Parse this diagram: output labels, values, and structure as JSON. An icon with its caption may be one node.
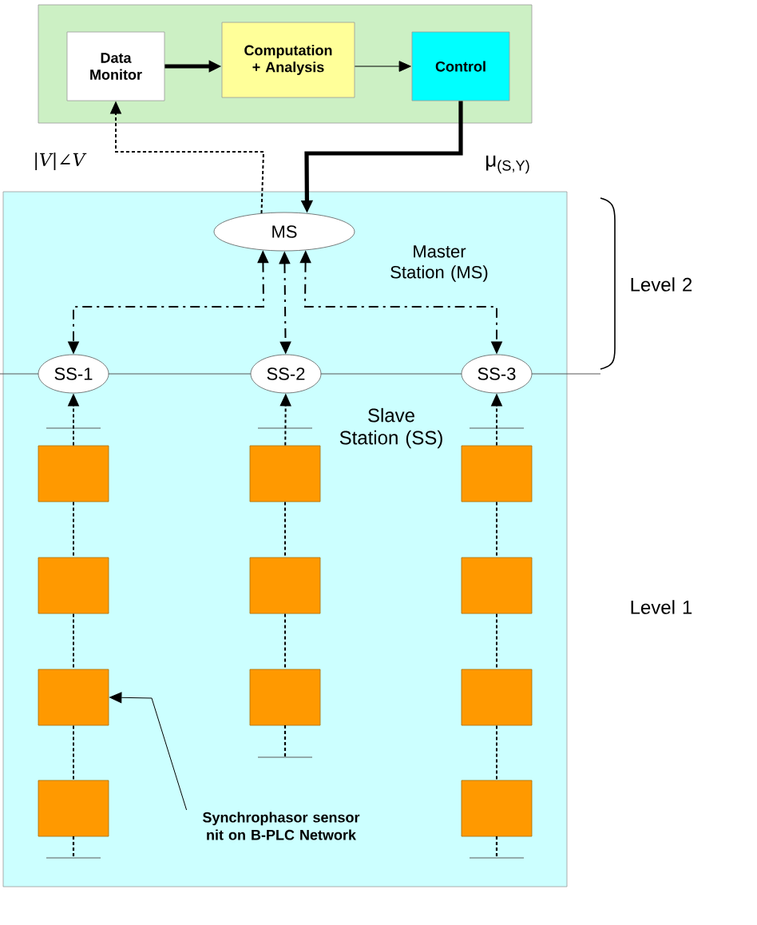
{
  "diagram": {
    "nodes": [
      {
        "text": [],
        "shape": "box"
      },
      {
        "text": [
          "Data Monitor"
        ],
        "in": 0
      },
      {
        "text": [
          "Computation + Analysis"
        ],
        "in": 0
      },
      {
        "text": [
          "Control"
        ],
        "in": 0
      },
      {
        "text": [],
        "shape": "box"
      },
      {
        "text": [
          "MS"
        ],
        "in": 4,
        "beside": [
          "Master Station (MS)"
        ]
      },
      {
        "text": [
          "SS-1"
        ],
        "in": 4
      },
      {
        "text": [
          "SS-2"
        ],
        "in": 4
      },
      {
        "text": [
          "SS-3"
        ],
        "in": 4
      },
      {
        "text": [],
        "shape": "box",
        "in": 4
      },
      {
        "text": [],
        "shape": "box",
        "in": 4
      },
      {
        "text": [],
        "shape": "box",
        "in": 4
      },
      {
        "text": [],
        "shape": "box",
        "in": 4
      },
      {
        "text": [],
        "shape": "box",
        "in": 4
      },
      {
        "text": [],
        "shape": "box",
        "in": 4
      },
      {
        "text": [],
        "shape": "box",
        "in": 4
      },
      {
        "text": [],
        "shape": "box",
        "in": 4
      },
      {
        "text": [],
        "shape": "box",
        "in": 4
      },
      {
        "text": [],
        "shape": "box",
        "in": 4
      },
      {
        "text": [],
        "shape": "box",
        "in": 4
      },
      {
        "text": [
          "Synchrophasor sensor nit on B-PLC Network"
        ],
        "in": 4
      }
    ],
    "edges": [
      {
        "from": 1,
        "to": 2,
        "arrow": "to",
        "style": "thick"
      },
      {
        "from": 2,
        "to": 3,
        "arrow": "to"
      },
      {
        "from": 3,
        "to": 5,
        "arrow": "to",
        "style": "thick",
        "label": "μ$_{(S,Y)}$"
      },
      {
        "from": 5,
        "to": 1,
        "arrow": "to",
        "style": "dashed",
        "label": "|V|∠V"
      },
      {
        "from": 5,
        "to": 6,
        "arrow": "both",
        "style": "dashed"
      },
      {
        "from": 5,
        "to": 7,
        "arrow": "both",
        "style": "dashed"
      },
      {
        "from": 5,
        "to": 8,
        "arrow": "both",
        "style": "dashed"
      },
      {
        "from": 9,
        "to": 6,
        "arrow": "to",
        "style": "dashed"
      },
      {
        "from": 13,
        "to": 7,
        "arrow": "to",
        "style": "dashed"
      },
      {
        "from": 16,
        "to": 8,
        "arrow": "to",
        "style": "dashed"
      },
      {
        "from": 9,
        "to": 10,
        "arrow": "none",
        "style": "dashed"
      },
      {
        "from": 10,
        "to": 11,
        "arrow": "none",
        "style": "dashed"
      },
      {
        "from": 11,
        "to": 12,
        "arrow": "none",
        "style": "dashed"
      },
      {
        "from": 13,
        "to": 14,
        "arrow": "none",
        "style": "dashed"
      },
      {
        "from": 14,
        "to": 15,
        "arrow": "none",
        "style": "dashed"
      },
      {
        "from": 16,
        "to": 17,
        "arrow": "none",
        "style": "dashed"
      },
      {
        "from": 17,
        "to": 18,
        "arrow": "none",
        "style": "dashed"
      },
      {
        "from": 18,
        "to": 19,
        "arrow": "none",
        "style": "dashed"
      },
      {
        "from": 20,
        "to": 11,
        "arrow": "to"
      }
    ],
    "labels": [
      "Slave Station (SS)",
      "Level 2",
      "Level 1"
    ]
  }
}
